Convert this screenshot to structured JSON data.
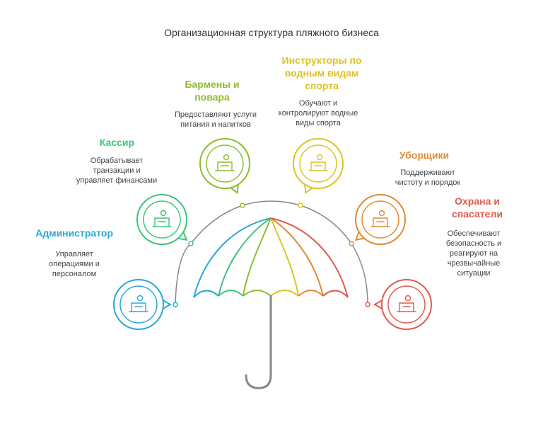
{
  "title": "Организационная структура пляжного бизнеса",
  "colors": {
    "admin": "#2ba7d8",
    "cashier": "#3cc47a",
    "bar": "#8fbc2f",
    "sport": "#dcc41e",
    "clean": "#e08a36",
    "guard": "#e05a52",
    "handle": "#888888"
  },
  "roles": [
    {
      "key": "admin",
      "name": "Администратор",
      "desc": [
        "Управляет",
        "операциями и",
        "персоналом"
      ],
      "icon": "reception-desk-icon"
    },
    {
      "key": "cashier",
      "name": "Кассир",
      "desc": [
        "Обрабатывает",
        "транзакции и",
        "управляет финансами"
      ],
      "icon": "cash-register-icon"
    },
    {
      "key": "bar",
      "name": "Бармены и повара",
      "name_lines": [
        "Бармены и",
        "повара"
      ],
      "desc": [
        "Предоставляют услуги",
        "питания и напитков"
      ],
      "icon": "waiter-icon"
    },
    {
      "key": "sport",
      "name": "Инструкторы по водным видам спорта",
      "name_lines": [
        "Инструкторы по",
        "водным видам",
        "спорта"
      ],
      "desc": [
        "Обучают и",
        "контролируют водные",
        "виды спорта"
      ],
      "icon": "windsurfer-icon"
    },
    {
      "key": "clean",
      "name": "Уборщики",
      "desc": [
        "Поддерживают",
        "чистоту и порядок"
      ],
      "icon": "cleaner-icon"
    },
    {
      "key": "guard",
      "name": "Охрана и спасатели",
      "name_lines": [
        "Охрана и",
        "спасатели"
      ],
      "desc": [
        "Обеспечивают",
        "безопасность и",
        "реагируют на",
        "чрезвычайные",
        "ситуации"
      ],
      "icon": "lifeguard-icon"
    }
  ]
}
